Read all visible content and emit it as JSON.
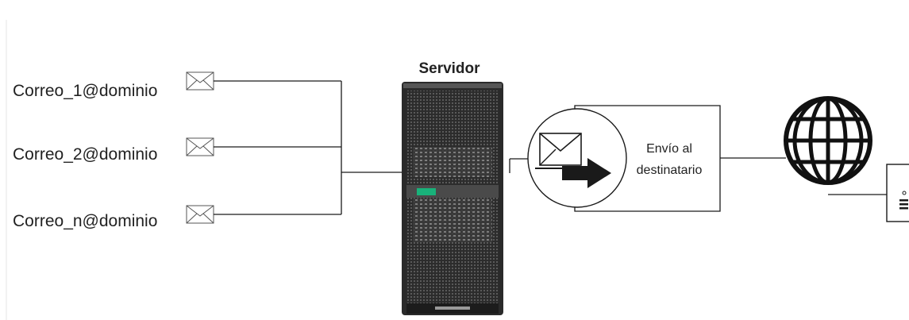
{
  "emails": [
    {
      "address": "Correo_1@dominio",
      "icon": "envelope-icon"
    },
    {
      "address": "Correo_2@dominio",
      "icon": "envelope-icon"
    },
    {
      "address": "Correo_n@dominio",
      "icon": "envelope-icon"
    }
  ],
  "server": {
    "title": "Servidor",
    "icon": "tower-server-icon"
  },
  "send_step": {
    "line1": "Envío al",
    "line2": "destinatario",
    "icon": "mail-send-icon"
  },
  "internet": {
    "icon": "globe-icon"
  },
  "recipient": {
    "icon": "recipient-server-icon"
  },
  "colors": {
    "server_body": "#3a3a3a",
    "server_indicator": "#19b27a",
    "line": "#1a1a1a"
  }
}
